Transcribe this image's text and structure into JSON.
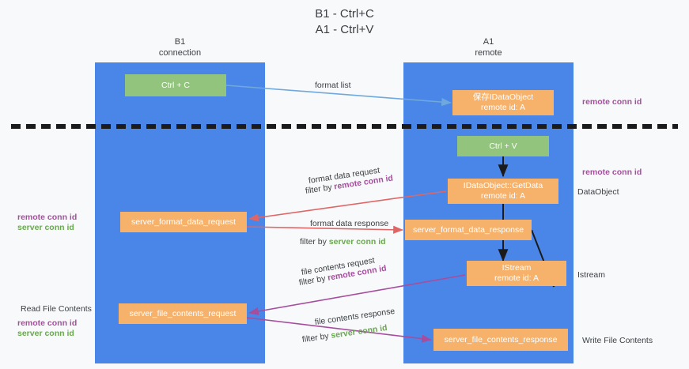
{
  "title": {
    "line1": "B1 - Ctrl+C",
    "line2": "A1 - Ctrl+V"
  },
  "lanes": [
    {
      "id": "b1",
      "name": "B1",
      "sublabel": "connection",
      "color": "#4a86e8"
    },
    {
      "id": "a1",
      "name": "A1",
      "sublabel": "remote",
      "color": "#4a86e8"
    }
  ],
  "colors": {
    "lane": "#4a86e8",
    "green_node": "#93c47d",
    "orange_node": "#f6b26b",
    "remote_conn_id": "#a64d9e",
    "server_conn_id": "#6aa84f",
    "arrow_blue": "#6fa8dc",
    "arrow_red": "#e06666",
    "arrow_purple": "#a64d9e",
    "arrow_dark": "#1b1b1b",
    "divider": "#1b1b1b"
  },
  "nodes": {
    "ctrl_c": {
      "label": "Ctrl + C",
      "sub": ""
    },
    "save_idataobject": {
      "label": "保存IDataObject",
      "sub": "remote id: A"
    },
    "ctrl_v": {
      "label": "Ctrl + V",
      "sub": ""
    },
    "getdata": {
      "label": "IDataObject::GetData",
      "sub": "remote id: A"
    },
    "server_format_data_request": {
      "label": "server_format_data_request",
      "sub": ""
    },
    "server_format_data_response": {
      "label": "server_format_data_response",
      "sub": ""
    },
    "istream": {
      "label": "IStream",
      "sub": "remote id: A"
    },
    "server_file_contents_request": {
      "label": "server_file_contents_request",
      "sub": ""
    },
    "server_file_contents_response": {
      "label": "server_file_contents_response",
      "sub": ""
    }
  },
  "edge_labels": {
    "format_list": "format list",
    "format_data_request": "format data request",
    "format_data_request_filter_prefix": "filter by ",
    "format_data_request_filter_key": "remote conn id",
    "format_data_response": "format data response",
    "format_data_response_filter_prefix": "filter by ",
    "format_data_response_filter_key": "server conn id",
    "file_contents_request": "file contents request",
    "file_contents_request_filter_prefix": "filter by ",
    "file_contents_request_filter_key": "remote conn id",
    "file_contents_response": "file contents response",
    "file_contents_response_filter_prefix": "filter by ",
    "file_contents_response_filter_key": "server conn id"
  },
  "side_labels": {
    "right_remote_conn_id_top": "remote conn id",
    "right_remote_conn_id_mid": "remote conn id",
    "right_dataobject": "DataObject",
    "right_istream": "Istream",
    "right_write_file_contents": "Write File Contents",
    "left_remote_conn_id_top": "remote conn id",
    "left_server_conn_id_top": "server conn id",
    "left_read_file_contents": "Read File Contents",
    "left_remote_conn_id_bottom": "remote conn id",
    "left_server_conn_id_bottom": "server conn id"
  }
}
